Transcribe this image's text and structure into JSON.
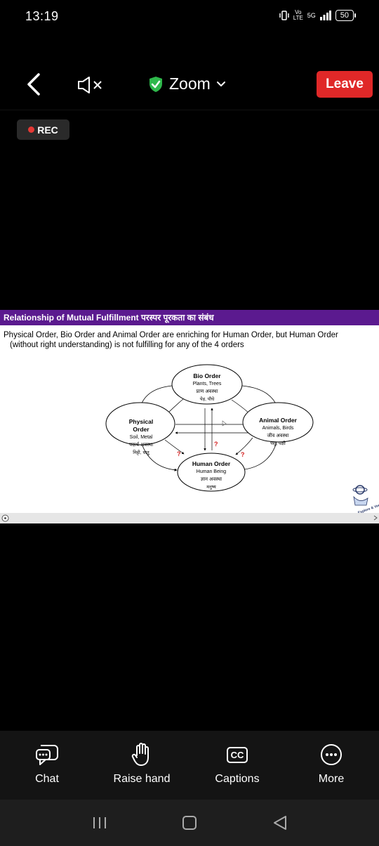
{
  "status": {
    "time": "13:19",
    "network_badge": "Vo LTE",
    "network_type": "5G",
    "battery": "50"
  },
  "meeting": {
    "title": "Zoom",
    "leave_label": "Leave",
    "rec_label": "REC"
  },
  "slide": {
    "title": "Relationship of Mutual Fulfillment  परस्पर पूरकता का संबंध",
    "subtitle_line1": "Physical Order, Bio Order and Animal Order are enriching for Human Order, but Human Order",
    "subtitle_line2": "(without right understanding) is not fulfilling for any of the 4 orders",
    "bio": {
      "title": "Bio Order",
      "l1": "Plants, Trees",
      "l2": "प्राण अवस्था",
      "l3": "पेड़, पौधे"
    },
    "physical": {
      "title1": "Physical",
      "title2": "Order",
      "l1": "Soil, Metal",
      "l2": "पदार्थ अवस्था",
      "l3": "मिट्टी, धातु"
    },
    "animal": {
      "title": "Animal Order",
      "l1": "Animals, Birds",
      "l2": "जीव अवस्था",
      "l3": "पशु, पक्षी"
    },
    "human": {
      "title": "Human Order",
      "l1": "Human Being",
      "l2": "ज्ञान अवस्था",
      "l3": "मनुष्य"
    },
    "question_mark": "?",
    "logo_text": "Explore & Verify"
  },
  "toolbar": {
    "chat": "Chat",
    "raise_hand": "Raise hand",
    "captions": "Captions",
    "captions_icon_text": "CC",
    "more": "More"
  },
  "colors": {
    "leave_red": "#e02828",
    "title_purple": "#5b1a8f",
    "shield_green": "#2eb84b",
    "question_red": "#d42020"
  }
}
